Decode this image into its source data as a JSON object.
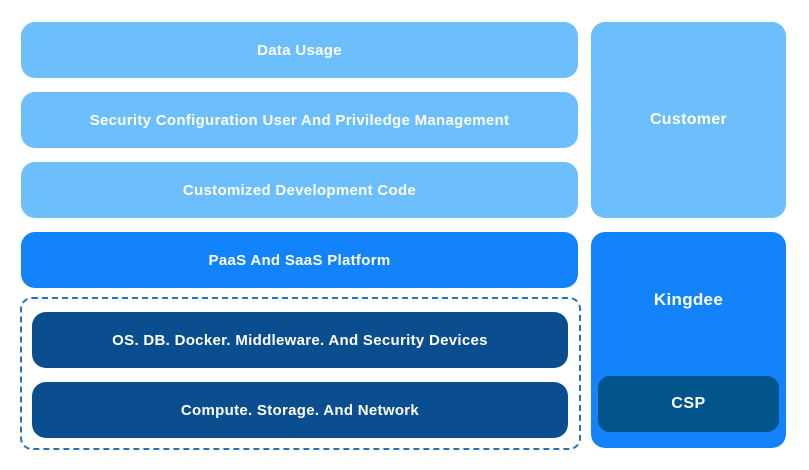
{
  "colors": {
    "light-blue": "#6CBEFC",
    "medium-blue": "#1283FB",
    "dark-navy": "#0B4E90",
    "csp-navy": "#02548B",
    "dashed-border": "#2A72B5",
    "text": "#FFFFFF",
    "bg": "#FFFFFF"
  },
  "stack": {
    "rows": [
      {
        "id": "data-usage",
        "label": "Data Usage",
        "tone": "light"
      },
      {
        "id": "security-configuration",
        "label": "Security Configuration User And Priviledge Management",
        "tone": "light"
      },
      {
        "id": "customized-development",
        "label": "Customized Development Code",
        "tone": "light"
      },
      {
        "id": "paas-saas-platform",
        "label": "PaaS And SaaS Platform",
        "tone": "medium"
      }
    ],
    "infra_group": {
      "rows": [
        {
          "id": "os-db-docker",
          "label": "OS. DB. Docker. Middleware. And Security Devices"
        },
        {
          "id": "compute-storage-network",
          "label": "Compute. Storage. And Network"
        }
      ]
    }
  },
  "owners": {
    "customer": {
      "label": "Customer"
    },
    "kingdee": {
      "label": "Kingdee"
    },
    "csp": {
      "label": "CSP"
    }
  }
}
